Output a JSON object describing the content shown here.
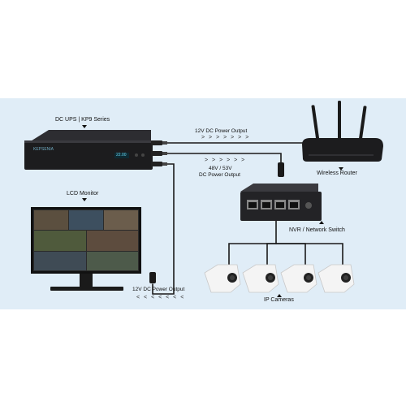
{
  "labels": {
    "ups": "DC UPS | KP9 Series",
    "ups_brand": "KEPSENIA",
    "ups_display": "22.00",
    "router": "Wireless Router",
    "monitor": "LCD Monitor",
    "switch": "NVR / Network Switch",
    "cameras": "IP Cameras",
    "out_12v_top": "12V DC Power Output",
    "out_48v_line1": "48V / 53V",
    "out_48v_line2": "DC Power Output",
    "out_12v_bottom": "12V DC Power Output"
  },
  "arrows": {
    "right": "> > > > > > >",
    "right_short": "> > > > > >",
    "left": "< < < < < < <"
  },
  "colors": {
    "panel_bg": "#e0edf7",
    "device_body": "#1c1c1e",
    "cable": "#1a1a1a",
    "camera_white": "#f4f4f4"
  }
}
